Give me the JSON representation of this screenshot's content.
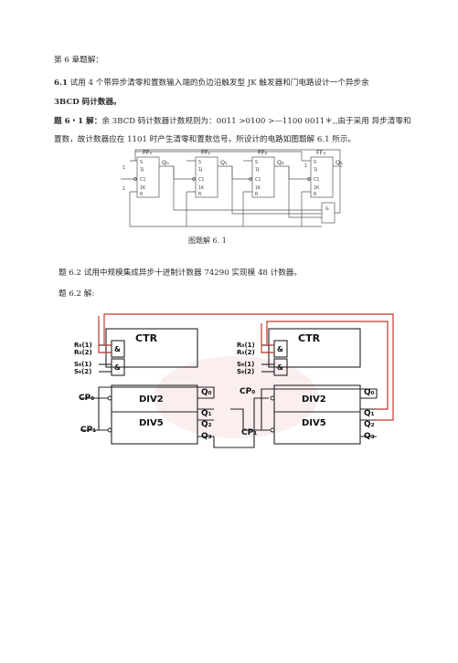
{
  "doc": {
    "chapter_title": "第 6 章题解：",
    "q61_line1_num": "6.1",
    "q61_line1_text": " 试用 4 个带异步清零和置数输入端的负边沿触发型 JK 触发器和门电路设计一个异步余",
    "q61_line2": "3BCD 码计数器。",
    "sol61_label": "题 6・1 解：",
    "sol61_line1": "余 3BCD 码计数器计数规则为：0011 >0100 >—1100 0011＊,,由于采用  异步清零和",
    "sol61_line2": "置数，故计数器应在 1101 时产生清零和置数信号，所设计的电路如图题解 6.1 所示。",
    "fig1_caption": "图题解 6. 1",
    "q62_line": "题 6.2 试用中规模集成异步十进制计数器 74290 实现模 48 计数器。",
    "sol62_label": "题 6.2 解:"
  },
  "fig1": {
    "ff_labels": [
      "FF₀",
      "FF₁",
      "FF₂",
      "FF₃"
    ],
    "q_labels": [
      "Q₀",
      "Q₁",
      "Q₂",
      "Q₃"
    ],
    "pin_s": "S",
    "pin_1j": "1J",
    "pin_c1": "C1",
    "pin_1k": "1K",
    "pin_r": "R",
    "one": "1",
    "and_symbol": "&"
  },
  "fig2": {
    "chip_title": "CTR",
    "div2": "DIV2",
    "div5": "DIV5",
    "and_symbol": "&",
    "inputs": [
      "R₀(1)",
      "R₀(2)",
      "S₉(1)",
      "S₉(2)"
    ],
    "cp0": "CP₀",
    "cp1": "CP₁",
    "outputs": [
      "Q₀",
      "Q₁",
      "Q₂",
      "Q₃"
    ],
    "wire_color": "#c0392b",
    "watermark_color": "#f4d9dc"
  }
}
